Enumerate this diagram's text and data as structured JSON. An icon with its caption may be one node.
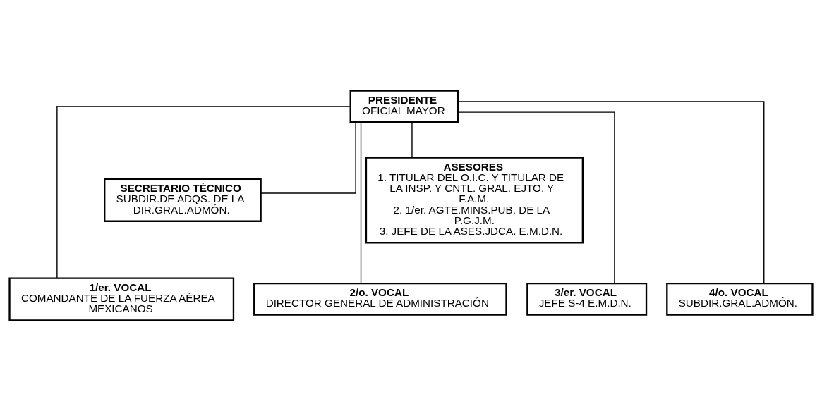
{
  "diagram": {
    "nodes": [
      {
        "text": [
          "PRESIDENTE",
          "OFICIAL MAYOR"
        ]
      },
      {
        "text": [
          "SECRETARIO TÉCNICO",
          "SUBDIR.DE ADQS. DE LA DIR.GRAL.ADMÓN."
        ]
      },
      {
        "text": [
          "ASESORES",
          "1. TITULAR DEL O.I.C. Y TITULAR DE LA INSP. Y CNTL. GRAL. EJTO. Y F.A.M.",
          "2. 1/er. AGTE.MINS.PUB. DE LA P.G.J.M.",
          "3. JEFE DE LA ASES.JDCA. E.M.D.N."
        ]
      },
      {
        "text": [
          "1/er. VOCAL",
          "COMANDANTE DE LA FUERZA AÉREA MEXICANOS"
        ]
      },
      {
        "text": [
          "2/o. VOCAL",
          "DIRECTOR GENERAL DE ADMINISTRACIÓN"
        ]
      },
      {
        "text": [
          "3/er. VOCAL",
          "JEFE S-4 E.M.D.N."
        ]
      },
      {
        "text": [
          "4/o. VOCAL",
          "SUBDIR.GRAL.ADMÓN."
        ]
      }
    ],
    "edges": [
      {
        "from": 0,
        "to": 1,
        "arrow": "none"
      },
      {
        "from": 0,
        "to": 2,
        "arrow": "none"
      },
      {
        "from": 0,
        "to": 3,
        "arrow": "none"
      },
      {
        "from": 0,
        "to": 4,
        "arrow": "none"
      },
      {
        "from": 0,
        "to": 5,
        "arrow": "none"
      },
      {
        "from": 0,
        "to": 6,
        "arrow": "none"
      }
    ]
  }
}
